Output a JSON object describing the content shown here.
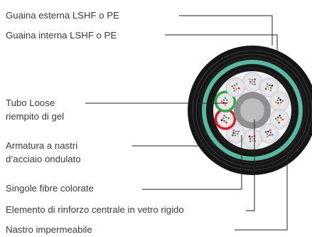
{
  "labels": {
    "outer_sheath": "Guaina esterna LSHF o PE",
    "inner_sheath": "Guaina interna LSHF o PE",
    "loose_tube_line1": "Tubo Loose",
    "loose_tube_line2": "riempito di gel",
    "armour_line1": "Armatura a nastri",
    "armour_line2": "d’acciaio ondulato",
    "fibres": "Singole fibre colorate",
    "strength_member": "Elemento di rinforzo centrale in vetro rigido",
    "water_tape": "Nastro impermeabile"
  },
  "colors": {
    "outer_jacket": "#151515",
    "inner_sheath": "#5ab8a0",
    "tube_fill": "#e3e3e6",
    "tube_highlight_green": "#2ea84a",
    "tube_highlight_red": "#d62027",
    "strength_member": "#9a9a9a",
    "leader_line": "#222222",
    "label_text": "#3a3a3a"
  }
}
